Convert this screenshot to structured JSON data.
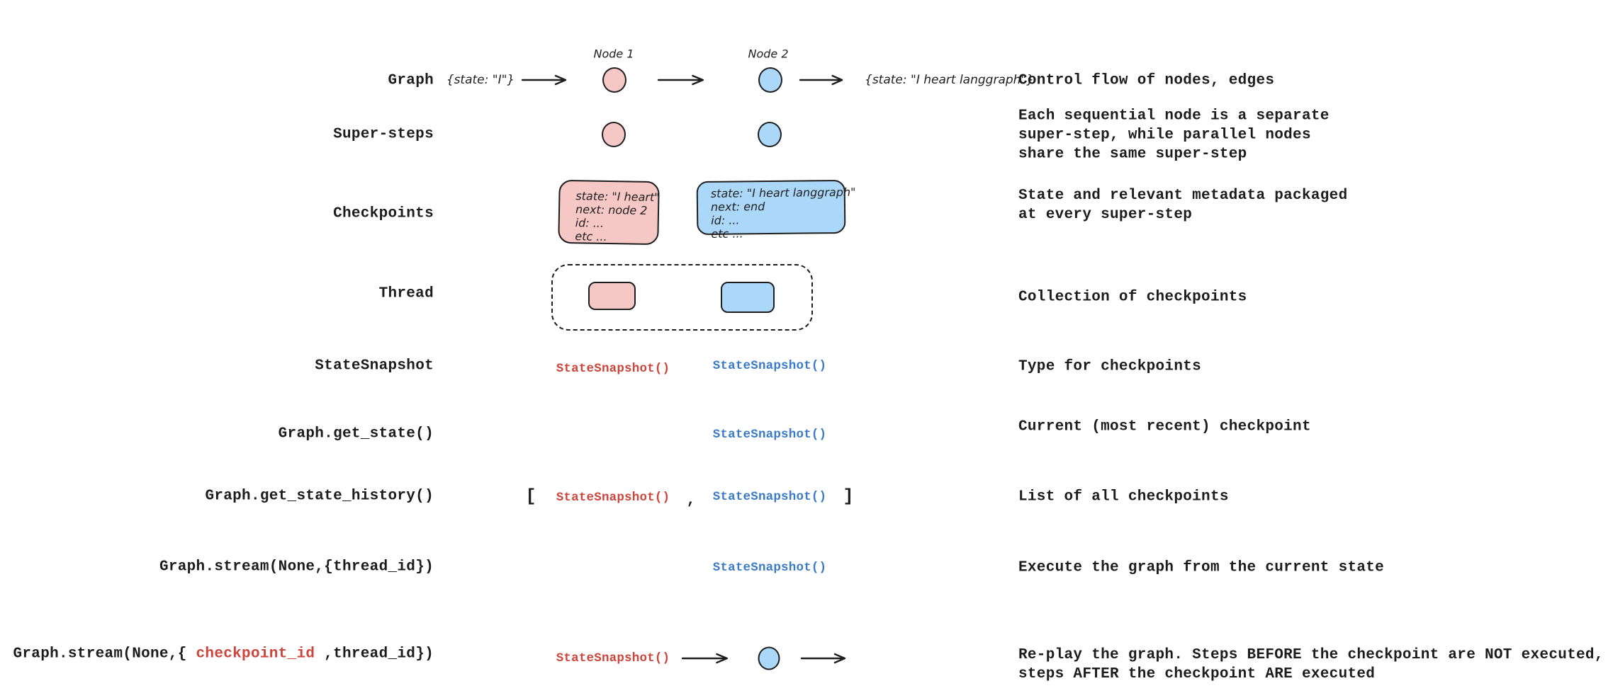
{
  "palette": {
    "node_pink": "#f5c7c5",
    "node_blue": "#abd7f8",
    "stroke": "#1e1e1e",
    "red_text": "#ce453b",
    "blue_text": "#3a7bc8",
    "body_text": "#1c1c1c",
    "background": "#ffffff"
  },
  "snapshot": "StateSnapshot()",
  "rows": [
    {
      "label": "Graph",
      "description": "Control flow of nodes, edges",
      "input_state": "{state: \"I\"}",
      "node1": "Node 1",
      "node2": "Node 2",
      "output_state": "{state: \"I heart langgraph\"}"
    },
    {
      "label": "Super-steps",
      "description": "Each sequential node is a separate\nsuper-step, while parallel nodes\nshare the same super-step"
    },
    {
      "label": "Checkpoints",
      "description": "State and relevant metadata packaged\nat every super-step",
      "pink_card": [
        "state: \"I heart\"",
        "next: node 2",
        "id: ...",
        "etc ..."
      ],
      "blue_card": [
        "state: \"I heart langgraph\"",
        "next: end",
        "id: ...",
        "etc ..."
      ]
    },
    {
      "label": "Thread",
      "description": "Collection of checkpoints"
    },
    {
      "label": "StateSnapshot",
      "description": "Type for checkpoints"
    },
    {
      "label": "Graph.get_state()",
      "description": "Current (most recent) checkpoint"
    },
    {
      "label": "Graph.get_state_history()",
      "description": "List of all checkpoints",
      "bracket_open": "[",
      "comma": ",",
      "bracket_close": "]"
    },
    {
      "label": "Graph.stream(None,{thread_id})",
      "description": "Execute the graph from the current state"
    },
    {
      "label_prefix": "Graph.stream(None,{ ",
      "label_red": "checkpoint_id",
      "label_suffix": " ,thread_id})",
      "description": "Re-play the graph. Steps BEFORE the checkpoint are NOT executed,\nsteps AFTER the checkpoint ARE executed"
    }
  ]
}
